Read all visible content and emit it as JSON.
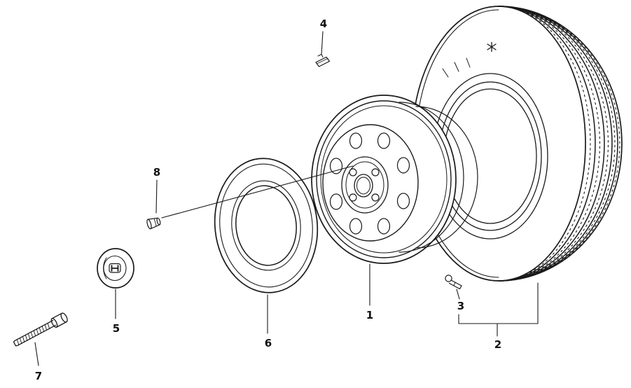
{
  "diagram": {
    "background_color": "#ffffff",
    "line_color": "#1a1a1a",
    "label_color": "#111111",
    "labels": [
      {
        "text": "1"
      },
      {
        "text": "2"
      },
      {
        "text": "3"
      },
      {
        "text": "4"
      },
      {
        "text": "5"
      },
      {
        "text": "6"
      },
      {
        "text": "7"
      },
      {
        "text": "8"
      }
    ]
  }
}
